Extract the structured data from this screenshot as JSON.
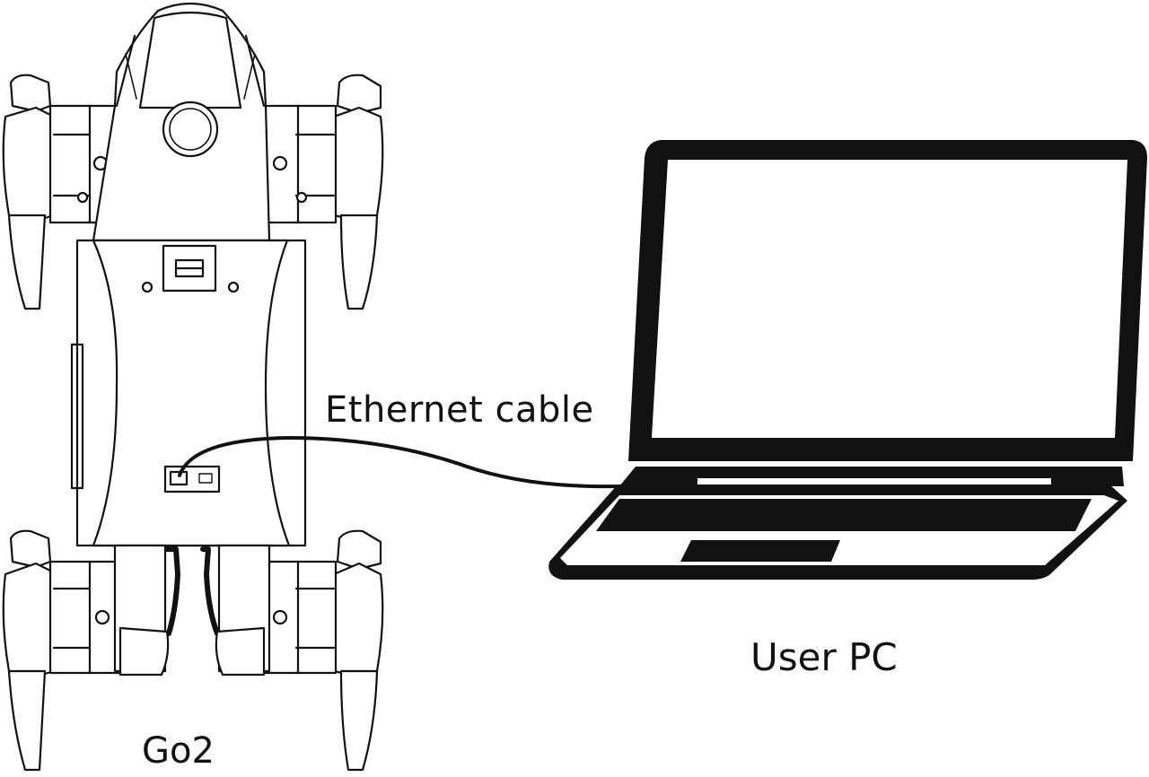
{
  "labels": {
    "cable": "Ethernet cable",
    "pc": "User PC",
    "robot": "Go2"
  },
  "colors": {
    "line": "#111111",
    "background": "#ffffff"
  }
}
